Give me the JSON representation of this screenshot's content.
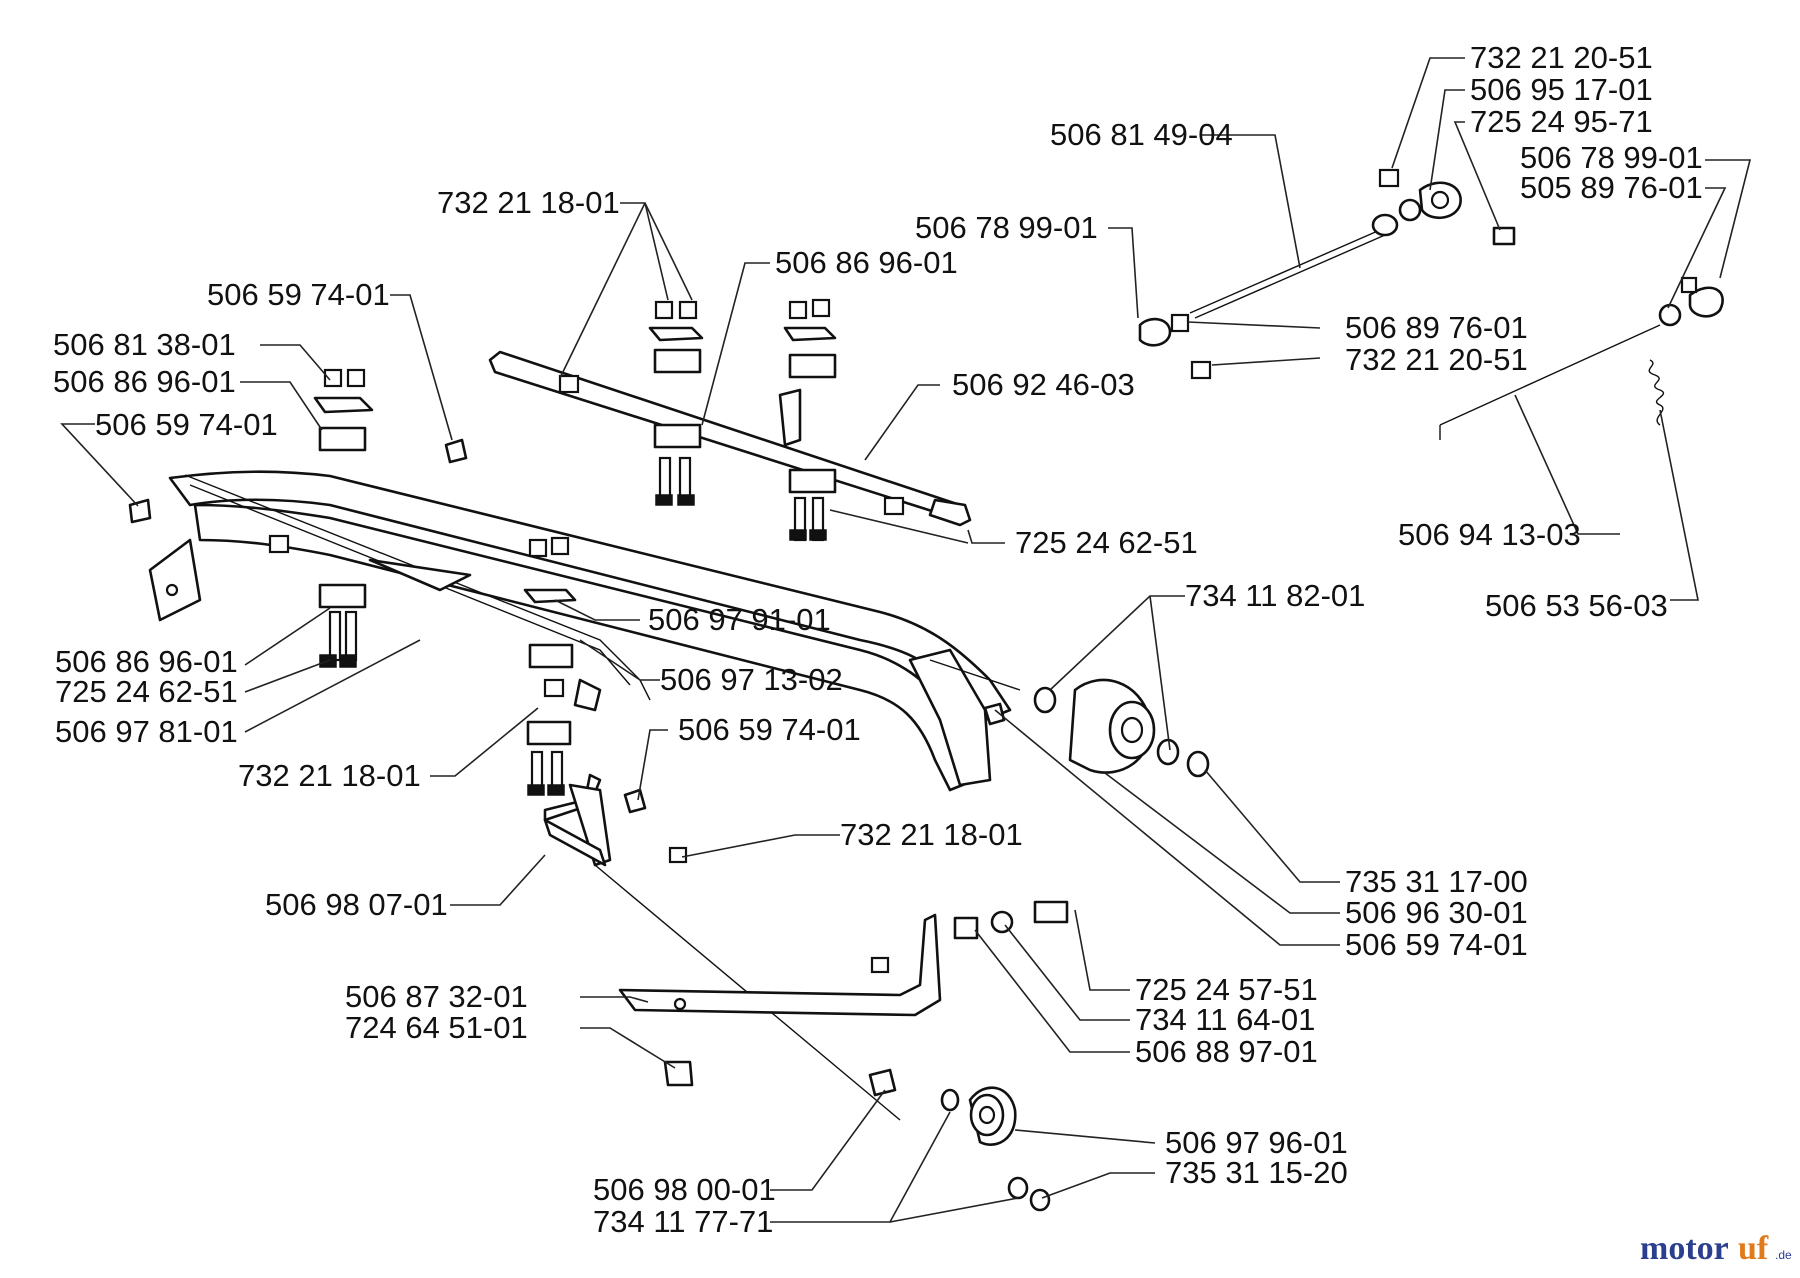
{
  "labels": {
    "l01": "732 21 20-51",
    "l02": "506 95 17-01",
    "l03": "725 24 95-71",
    "l04": "506 81 49-04",
    "l05": "506 78 99-01",
    "l06": "505 89 76-01",
    "l07": "732 21 18-01",
    "l08": "506 78 99-01",
    "l09": "506 86 96-01",
    "l10": "506 59 74-01",
    "l11": "506 89 76-01",
    "l12": "732 21 20-51",
    "l13": "506 81 38-01",
    "l14": "506 92 46-03",
    "l15": "506 86 96-01",
    "l16": "506 59 74-01",
    "l17": "725 24 62-51",
    "l18": "506 94 13-03",
    "l19": "734 11 82-01",
    "l20": "506 53 56-03",
    "l21": "506 97 91-01",
    "l22": "506 86 96-01",
    "l23": "725 24 62-51",
    "l24": "506 97 13-02",
    "l25": "506 97 81-01",
    "l26": "506 59 74-01",
    "l27": "732 21 18-01",
    "l28": "732 21 18-01",
    "l29": "506 98 07-01",
    "l30": "735 31 17-00",
    "l31": "506 96 30-01",
    "l32": "506 59 74-01",
    "l33": "725 24 57-51",
    "l34": "506 87 32-01",
    "l35": "734 11 64-01",
    "l36": "724 64 51-01",
    "l37": "506 88 97-01",
    "l38": "506 97 96-01",
    "l39": "735 31 15-20",
    "l40": "506 98 00-01",
    "l41": "734 11 77-71"
  },
  "brand": {
    "name_a": "motor",
    "name_b": "uf",
    "suffix": ".de"
  }
}
